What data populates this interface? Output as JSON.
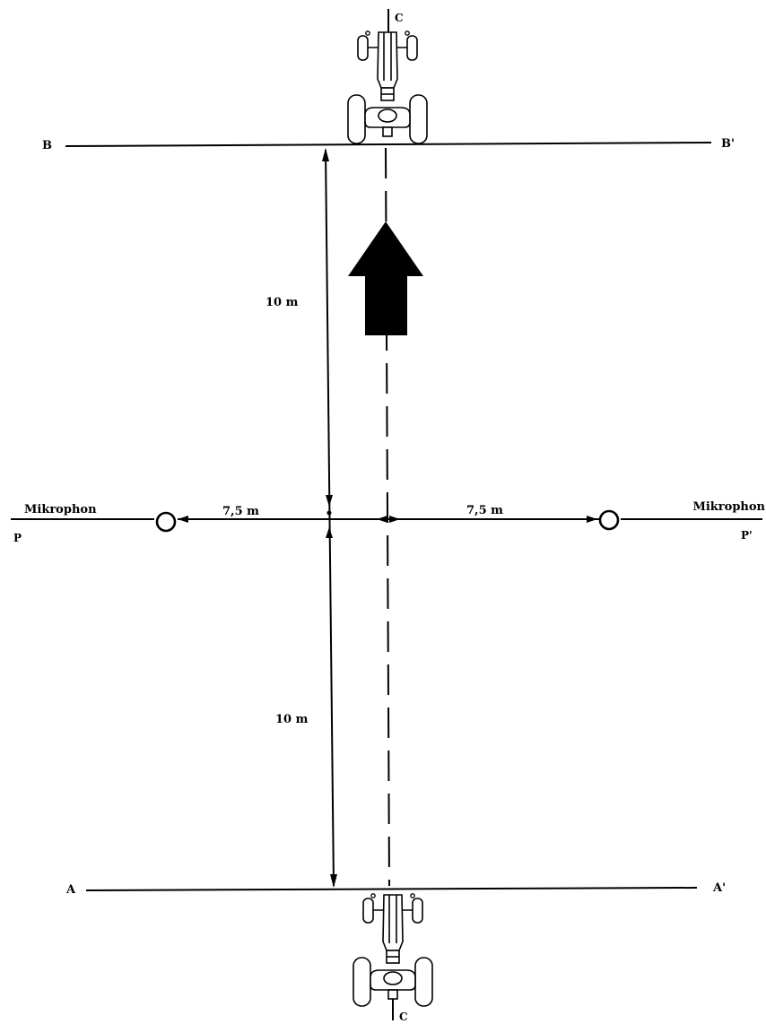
{
  "lines": {
    "B_left": "B",
    "B_right": "B'",
    "A_left": "A",
    "A_right": "A'",
    "P_left": "P",
    "P_right": "P'",
    "C_top": "C",
    "C_bottom": "C"
  },
  "distances": {
    "upper_length": "10 m",
    "lower_length": "10 m",
    "left_offset": "7,5 m",
    "right_offset": "7,5 m"
  },
  "microphones": {
    "left_label": "Mikrophon",
    "right_label": "Mikrophon"
  },
  "icons": {
    "tractor": "tractor-icon",
    "direction": "arrow-up-icon",
    "microphone": "microphone-icon"
  }
}
